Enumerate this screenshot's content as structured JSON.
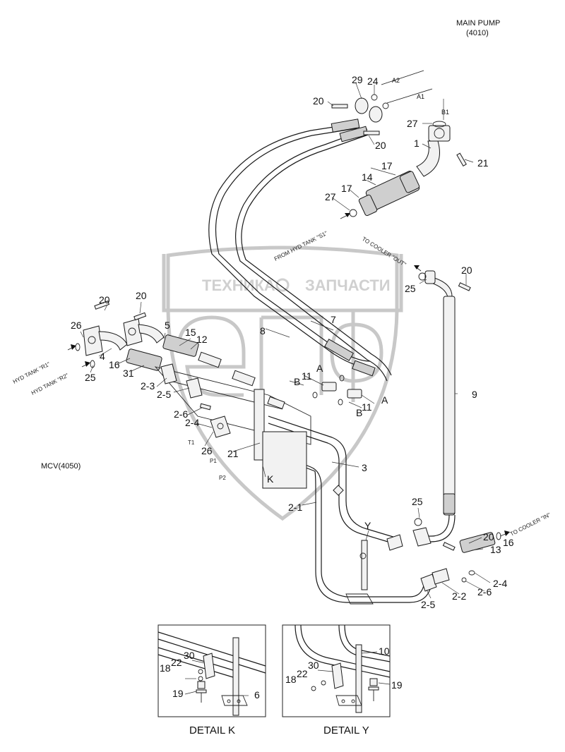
{
  "watermark": {
    "text_left": "ТЕХНИКА",
    "text_right": "ЗАПЧАСТИ",
    "logo": "ЕЛФ"
  },
  "headers": {
    "main_pump_line1": "MAIN PUMP",
    "main_pump_line2": "(4010)",
    "mcv": "MCV(4050)"
  },
  "notes": {
    "from_hyd_tank_s1": "FROM HYD TANK \"S1\"",
    "to_cooler_out": "TO COOLER \"OUT\"",
    "to_cooler_in": "TO COOLER \"IN\"",
    "hyd_tank_r1": "HYD TANK \"R1\"",
    "hyd_tank_r2": "HYD TANK \"R2\""
  },
  "ports": {
    "a2": "A2",
    "a1": "A1",
    "b1": "B1",
    "t1": "T1",
    "p1": "P1",
    "p2": "P2",
    "a_upper": "A",
    "b_upper": "B",
    "a_lower": "A",
    "b_lower": "B"
  },
  "callouts": {
    "c29": "29",
    "c24": "24",
    "c20_top": "20",
    "c20_top2": "20",
    "c27_top": "27",
    "c1": "1",
    "c21_top": "21",
    "c17_a": "17",
    "c14": "14",
    "c17_b": "17",
    "c27_mid": "27",
    "c25_right": "25",
    "c20_right": "20",
    "c20_left1": "20",
    "c20_left2": "20",
    "c26_left": "26",
    "c5": "5",
    "c4": "4",
    "c25_left": "25",
    "c16_left": "16",
    "c31": "31",
    "c15": "15",
    "c12": "12",
    "c8": "8",
    "c7": "7",
    "c11_upper": "11",
    "c11_lower": "11",
    "c2_3": "2-3",
    "c2_5_left": "2-5",
    "c2_6_left": "2-6",
    "c2_4_left": "2-4",
    "c26_mid": "26",
    "c21_mid": "21",
    "c_k": "K",
    "c3": "3",
    "c2_1": "2-1",
    "c9": "9",
    "c25_low": "25",
    "c20_low": "20",
    "c_y": "Y",
    "c13": "13",
    "c16_right": "16",
    "c2_4_right": "2-4",
    "c2_6_right": "2-6",
    "c2_5_right": "2-5",
    "c2_2": "2-2"
  },
  "detail_k": {
    "title": "DETAIL K",
    "c18": "18",
    "c22": "22",
    "c30": "30",
    "c19": "19",
    "c6": "6"
  },
  "detail_y": {
    "title": "DETAIL Y",
    "c10": "10",
    "c18": "18",
    "c22": "22",
    "c30": "30",
    "c19": "19"
  }
}
